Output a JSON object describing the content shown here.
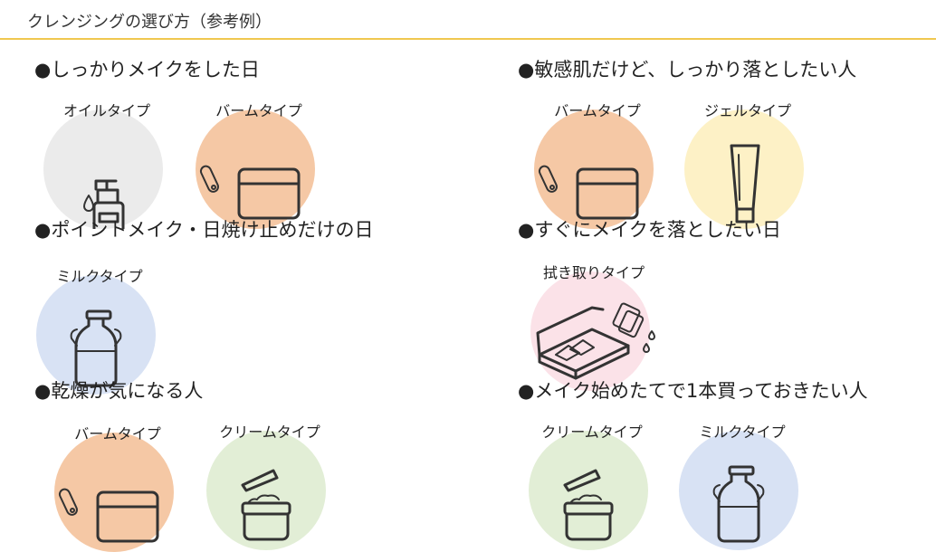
{
  "header": {
    "title": "クレンジングの選び方（参考例）"
  },
  "colors": {
    "accent_line": "#f0c850",
    "oil": "#ebebeb",
    "balm": "#f5c8a5",
    "gel": "#fdf1c6",
    "milk": "#d8e2f4",
    "sheet": "#fbe2e8",
    "cream": "#e2eed6"
  },
  "sections": [
    {
      "heading": "●しっかりメイクをした日",
      "types": [
        {
          "label": "オイルタイプ",
          "icon": "pump-bottle-icon"
        },
        {
          "label": "バームタイプ",
          "icon": "balm-jar-icon"
        }
      ]
    },
    {
      "heading": "●敏感肌だけど、しっかり落としたい人",
      "types": [
        {
          "label": "バームタイプ",
          "icon": "balm-jar-icon"
        },
        {
          "label": "ジェルタイプ",
          "icon": "gel-tube-icon"
        }
      ]
    },
    {
      "heading": "●ポイントメイク・日焼け止めだけの日",
      "types": [
        {
          "label": "ミルクタイプ",
          "icon": "milk-bottle-icon"
        }
      ]
    },
    {
      "heading": "●すぐにメイクを落としたい日",
      "types": [
        {
          "label": "拭き取りタイプ",
          "icon": "wipe-case-icon"
        }
      ]
    },
    {
      "heading": "●乾燥が気になる人",
      "types": [
        {
          "label": "バームタイプ",
          "icon": "balm-jar-icon"
        },
        {
          "label": "クリームタイプ",
          "icon": "cream-jar-icon"
        }
      ]
    },
    {
      "heading": "●メイク始めたてで1本買っておきたい人",
      "types": [
        {
          "label": "クリームタイプ",
          "icon": "cream-jar-icon"
        },
        {
          "label": "ミルクタイプ",
          "icon": "milk-bottle-icon"
        }
      ]
    }
  ]
}
